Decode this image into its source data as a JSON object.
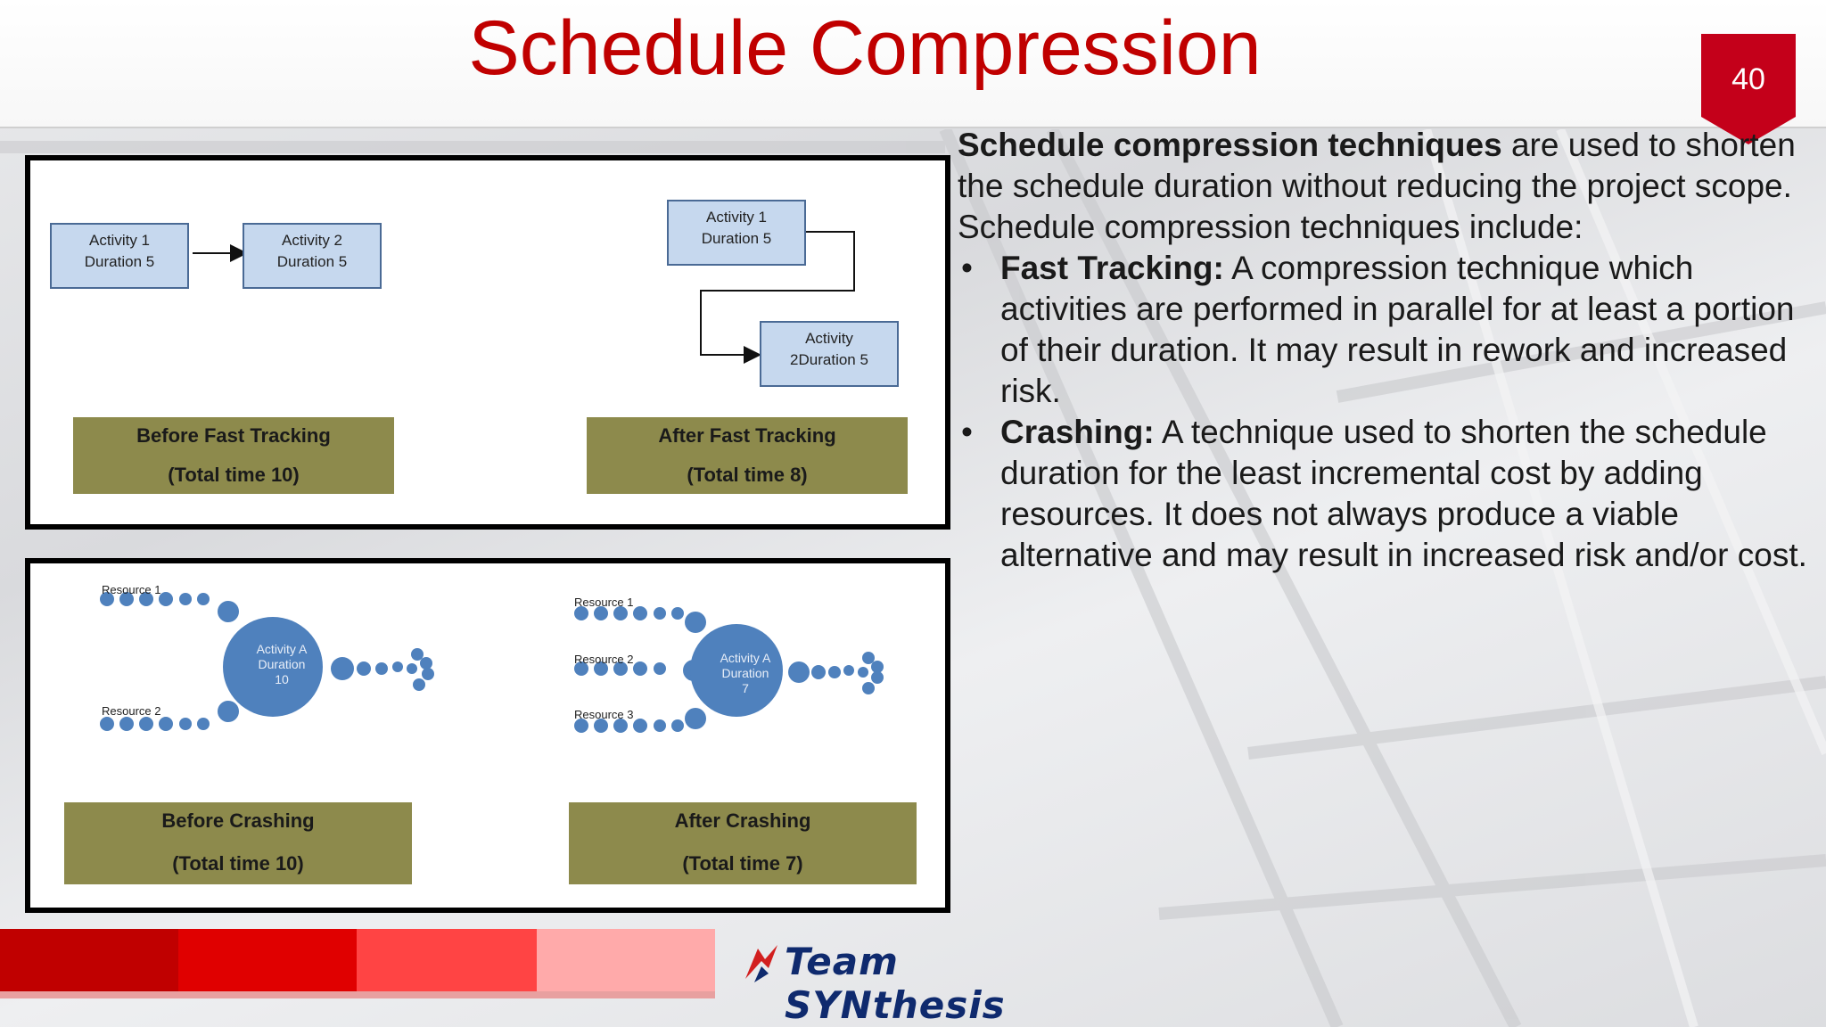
{
  "slide": {
    "title": "Schedule Compression",
    "page_number": "40"
  },
  "fast_tracking_diagram": {
    "before": {
      "activity1_line1": "Activity 1",
      "activity1_line2": "Duration 5",
      "activity2_line1": "Activity 2",
      "activity2_line2": "Duration 5",
      "label_line1": "Before Fast Tracking",
      "label_line2": "(Total time 10)"
    },
    "after": {
      "activity1_line1": "Activity 1",
      "activity1_line2": "Duration 5",
      "activity2_line1": "Activity",
      "activity2_line2": "2Duration 5",
      "label_line1": "After Fast Tracking",
      "label_line2": "(Total time 8)"
    }
  },
  "crashing_diagram": {
    "before": {
      "resource1": "Resource 1",
      "resource2": "Resource 2",
      "circle_line1": "Activity A",
      "circle_line2": "Duration",
      "circle_line3": "10",
      "label_line1": "Before Crashing",
      "label_line2": "(Total time 10)"
    },
    "after": {
      "resource1": "Resource 1",
      "resource2": "Resource 2",
      "resource3": "Resource 3",
      "circle_line1": "Activity A",
      "circle_line2": "Duration",
      "circle_line3": "7",
      "label_line1": "After Crashing",
      "label_line2": "(Total time 7)"
    }
  },
  "content": {
    "intro_bold": "Schedule compression techniques",
    "intro_rest": " are used to shorten the schedule duration without reducing the project scope. Schedule compression techniques include:",
    "bullet_char": "•",
    "bullets": [
      {
        "term": "Fast Tracking:",
        "text": " A compression technique which activities are performed in parallel for at least a portion of their duration. It may result in rework and increased risk."
      },
      {
        "term": "Crashing:",
        "text": " A technique used to shorten the schedule duration for the least incremental cost by adding resources. It does not always produce a viable alternative and may result in increased risk and/or cost."
      }
    ]
  },
  "footer": {
    "logo_text": "Team SYNthesis",
    "strip_colors": [
      "#c00000",
      "#e00000",
      "#ff4444",
      "#ffaaaa"
    ]
  },
  "colors": {
    "title": "#c00000",
    "badge": "#c4001a",
    "activity_box": "#c6d8ee",
    "label_box": "#8d8a4c",
    "circle": "#4f81bd"
  }
}
